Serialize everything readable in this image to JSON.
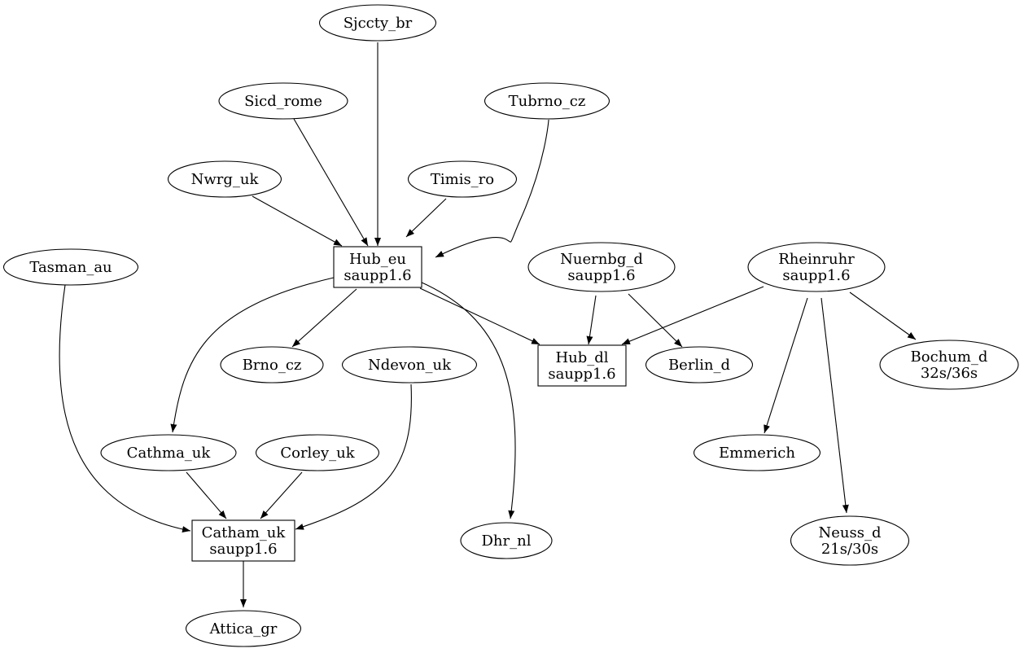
{
  "nodes": [
    {
      "id": "sjccty_br",
      "shape": "ellipse",
      "lines": [
        "Sjccty_br"
      ]
    },
    {
      "id": "sicd_rome",
      "shape": "ellipse",
      "lines": [
        "Sicd_rome"
      ]
    },
    {
      "id": "tubrno_cz",
      "shape": "ellipse",
      "lines": [
        "Tubrno_cz"
      ]
    },
    {
      "id": "nwrg_uk",
      "shape": "ellipse",
      "lines": [
        "Nwrg_uk"
      ]
    },
    {
      "id": "timis_ro",
      "shape": "ellipse",
      "lines": [
        "Timis_ro"
      ]
    },
    {
      "id": "tasman_au",
      "shape": "ellipse",
      "lines": [
        "Tasman_au"
      ]
    },
    {
      "id": "hub_eu",
      "shape": "box",
      "lines": [
        "Hub_eu",
        "saupp1.6"
      ]
    },
    {
      "id": "nuernbg_d",
      "shape": "ellipse",
      "lines": [
        "Nuernbg_d",
        "saupp1.6"
      ]
    },
    {
      "id": "rheinruhr",
      "shape": "ellipse",
      "lines": [
        "Rheinruhr",
        "saupp1.6"
      ]
    },
    {
      "id": "brno_cz",
      "shape": "ellipse",
      "lines": [
        "Brno_cz"
      ]
    },
    {
      "id": "ndevon_uk",
      "shape": "ellipse",
      "lines": [
        "Ndevon_uk"
      ]
    },
    {
      "id": "hub_dl",
      "shape": "box",
      "lines": [
        "Hub_dl",
        "saupp1.6"
      ]
    },
    {
      "id": "berlin_d",
      "shape": "ellipse",
      "lines": [
        "Berlin_d"
      ]
    },
    {
      "id": "bochum_d",
      "shape": "ellipse",
      "lines": [
        "Bochum_d",
        "32s/36s"
      ]
    },
    {
      "id": "cathma_uk",
      "shape": "ellipse",
      "lines": [
        "Cathma_uk"
      ]
    },
    {
      "id": "corley_uk",
      "shape": "ellipse",
      "lines": [
        "Corley_uk"
      ]
    },
    {
      "id": "emmerich",
      "shape": "ellipse",
      "lines": [
        "Emmerich"
      ]
    },
    {
      "id": "catham_uk",
      "shape": "box",
      "lines": [
        "Catham_uk",
        "saupp1.6"
      ]
    },
    {
      "id": "dhr_nl",
      "shape": "ellipse",
      "lines": [
        "Dhr_nl"
      ]
    },
    {
      "id": "neuss_d",
      "shape": "ellipse",
      "lines": [
        "Neuss_d",
        "21s/30s"
      ]
    },
    {
      "id": "attica_gr",
      "shape": "ellipse",
      "lines": [
        "Attica_gr"
      ]
    }
  ],
  "edges": [
    {
      "from": "sjccty_br",
      "to": "hub_eu"
    },
    {
      "from": "sicd_rome",
      "to": "hub_eu"
    },
    {
      "from": "tubrno_cz",
      "to": "hub_eu"
    },
    {
      "from": "nwrg_uk",
      "to": "hub_eu"
    },
    {
      "from": "timis_ro",
      "to": "hub_eu"
    },
    {
      "from": "hub_eu",
      "to": "brno_cz"
    },
    {
      "from": "hub_eu",
      "to": "hub_dl"
    },
    {
      "from": "hub_eu",
      "to": "cathma_uk"
    },
    {
      "from": "hub_eu",
      "to": "dhr_nl"
    },
    {
      "from": "nuernbg_d",
      "to": "hub_dl"
    },
    {
      "from": "nuernbg_d",
      "to": "berlin_d"
    },
    {
      "from": "rheinruhr",
      "to": "hub_dl"
    },
    {
      "from": "rheinruhr",
      "to": "bochum_d"
    },
    {
      "from": "rheinruhr",
      "to": "emmerich"
    },
    {
      "from": "rheinruhr",
      "to": "neuss_d"
    },
    {
      "from": "tasman_au",
      "to": "catham_uk"
    },
    {
      "from": "cathma_uk",
      "to": "catham_uk"
    },
    {
      "from": "corley_uk",
      "to": "catham_uk"
    },
    {
      "from": "ndevon_uk",
      "to": "catham_uk"
    },
    {
      "from": "catham_uk",
      "to": "attica_gr"
    }
  ]
}
